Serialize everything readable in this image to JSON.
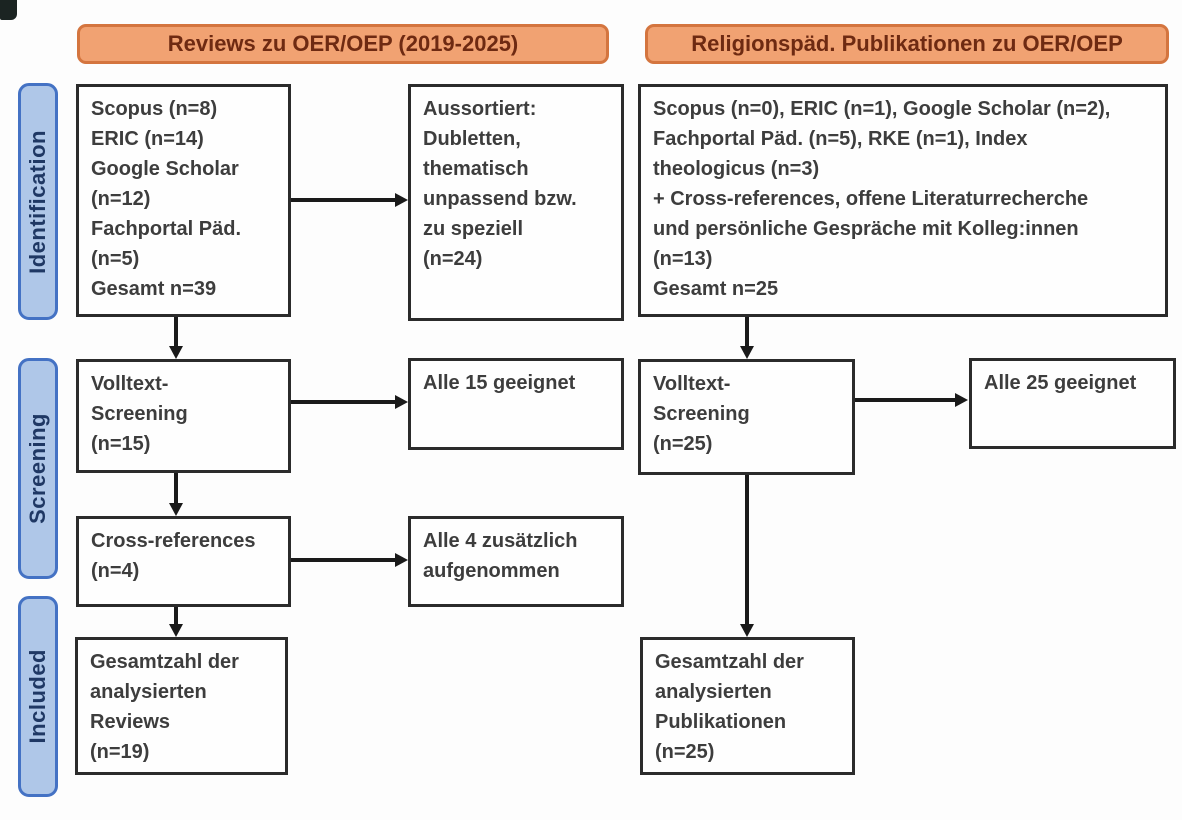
{
  "diagram": {
    "title_note": "PRISMA-style literature flow diagram",
    "headers": {
      "left": "Reviews zu OER/OEP (2019-2025)",
      "right": "Religionspäd. Publikationen zu OER/OEP"
    },
    "stages": {
      "identification": "Identification",
      "screening": "Screening",
      "included": "Included"
    },
    "boxes": {
      "id_left": "Scopus (n=8)\nERIC (n=14)\nGoogle Scholar\n(n=12)\nFachportal Päd.\n(n=5)\nGesamt n=39",
      "aussortiert": "Aussortiert:\nDubletten,\nthematisch\nunpassend bzw.\nzu speziell\n(n=24)",
      "id_right": "Scopus (n=0), ERIC (n=1), Google Scholar (n=2),\nFachportal Päd. (n=5), RKE (n=1), Index\ntheologicus (n=3)\n+ Cross-references, offene Literaturrecherche\nund persönliche Gespräche mit Kolleg:innen\n(n=13)\nGesamt n=25",
      "volltext_left": "Volltext-\nScreening\n(n=15)",
      "alle15": "Alle 15 geeignet",
      "volltext_right": "Volltext-\nScreening\n(n=25)",
      "alle25": "Alle 25 geeignet",
      "crossref": "Cross-references\n(n=4)",
      "alle4": "Alle 4 zusätzlich\naufgenommen",
      "included_left": "Gesamtzahl der\nanalysierten\nReviews\n(n=19)",
      "included_right": "Gesamtzahl der\nanalysierten\nPublikationen\n(n=25)"
    },
    "colors": {
      "header_fill": "#F1A272",
      "header_border": "#D4753F",
      "header_text": "#6E2A12",
      "stage_fill": "#AFC7E8",
      "stage_border": "#4472C4",
      "stage_text": "#1F3864",
      "box_border": "#2B2B2B",
      "box_text": "#3D3D3D",
      "arrow": "#1A1A1A"
    }
  }
}
